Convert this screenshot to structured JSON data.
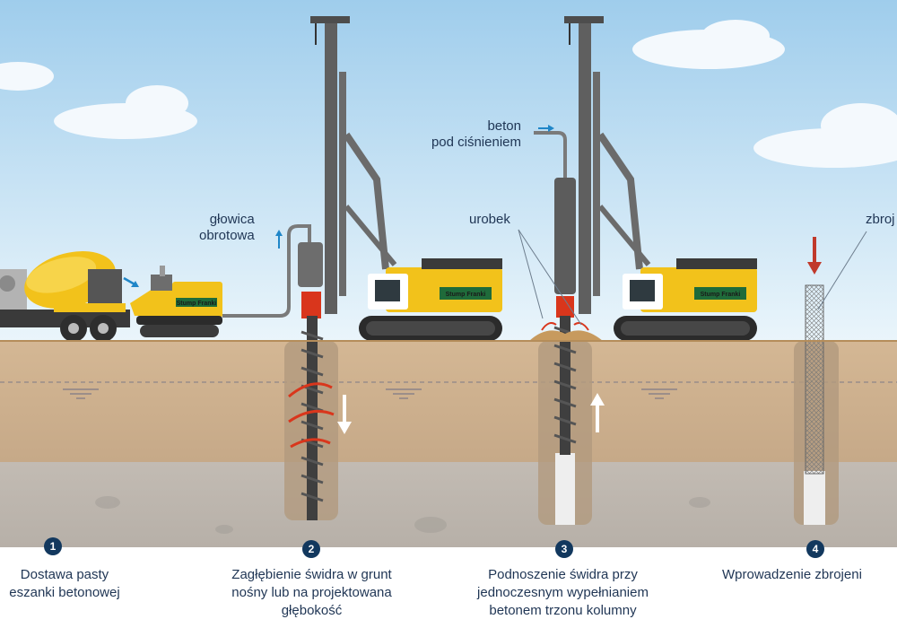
{
  "labels": {
    "rotary_head": [
      "głowica",
      "obrotowa"
    ],
    "pressure_concrete": [
      "beton",
      "pod ciśnieniem"
    ],
    "spoil": "urobek",
    "reinforcement": "zbroj"
  },
  "brand_text": "Stump Franki",
  "steps": [
    {
      "number": "1",
      "caption": [
        "Dostawa pasty",
        "eszanki betonowej"
      ]
    },
    {
      "number": "2",
      "caption": [
        "Zagłębienie świdra w grunt",
        "nośny lub na projektowana",
        "głębokość"
      ]
    },
    {
      "number": "3",
      "caption": [
        "Podnoszenie świdra przy",
        "jednoczesnym wypełnianiem",
        "betonem trzonu kolumny"
      ]
    },
    {
      "number": "4",
      "caption": [
        "Wprowadzenie zbrojeni"
      ]
    }
  ],
  "colors": {
    "sky_top": "#a9d4ee",
    "sky_bottom": "#e8f4fb",
    "soil_upper": "#c9ad8c",
    "soil_lower": "#bdb6ae",
    "machine_yellow": "#f2c21b",
    "auger_red": "#d9361c",
    "label_blue": "#1f3554"
  }
}
